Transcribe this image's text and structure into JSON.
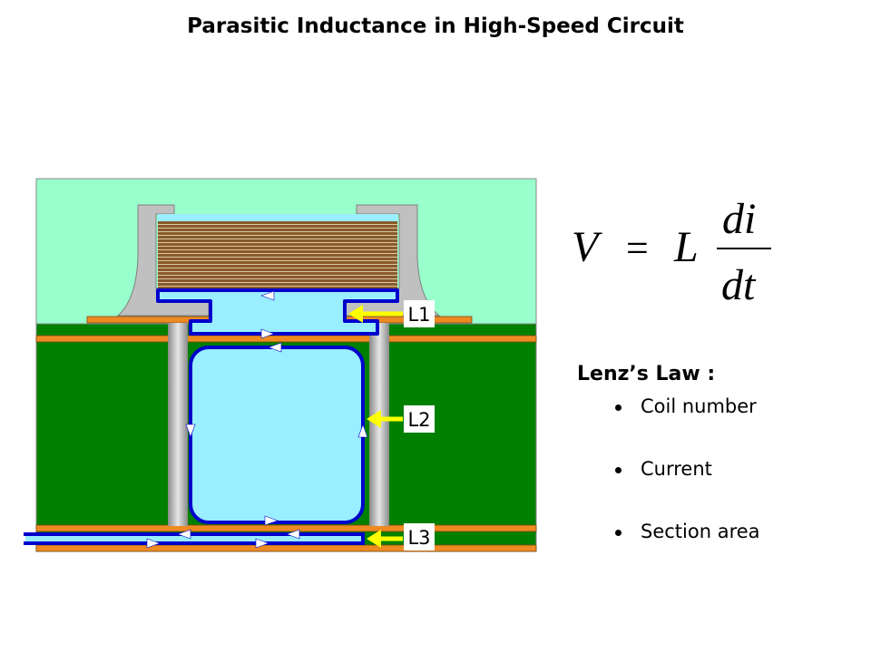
{
  "title": "Parasitic Inductance in High-Speed Circuit",
  "diagram": {
    "loop_labels": [
      "L1",
      "L2",
      "L3"
    ],
    "colors": {
      "air": "#99ffcc",
      "board": "#008000",
      "copper": "#ee8a22",
      "loop_fill": "#99eeff",
      "loop_outline": "#0000cc",
      "capacitor_body": "#8a5a2a",
      "terminal": "#c0c0c0",
      "via": "#b0b0b0",
      "pointer": "#ffff00"
    }
  },
  "formula": {
    "lhs": "V",
    "equals": "=",
    "coefficient": "L",
    "numerator": "di",
    "denominator": "dt"
  },
  "lenz": {
    "title": "Lenz’s Law :",
    "items": [
      "Coil number",
      "Current",
      "Section area"
    ]
  }
}
